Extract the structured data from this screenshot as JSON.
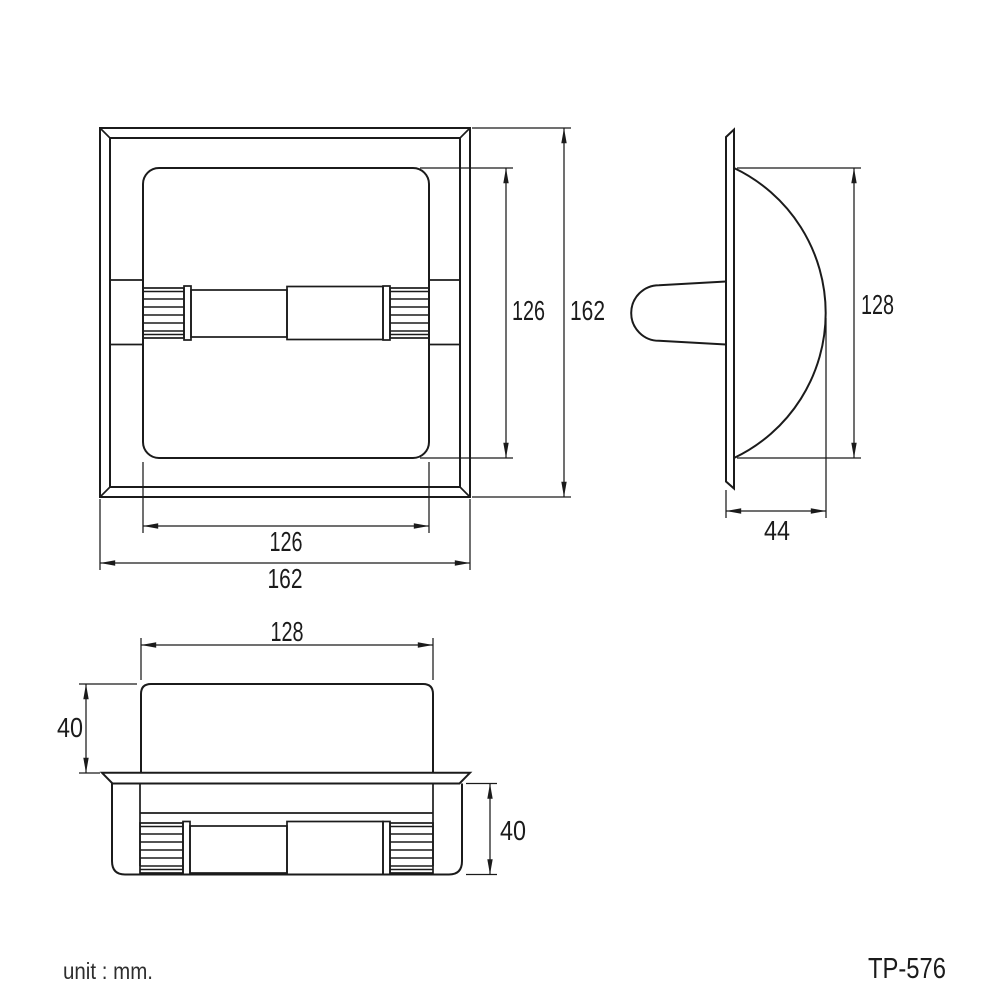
{
  "drawing": {
    "model_code": "TP-576",
    "unit_note": "unit : mm.",
    "line_color": "#1b1b1b",
    "views": {
      "front": {
        "name": "front-view",
        "dims": {
          "inner_height": "126",
          "outer_height": "162",
          "inner_width": "126",
          "outer_width": "162"
        }
      },
      "side": {
        "name": "side-view",
        "dims": {
          "opening_height": "128",
          "depth": "44"
        }
      },
      "top": {
        "name": "top-view",
        "dims": {
          "recess_width": "128",
          "recess_depth": "40",
          "front_depth": "40"
        }
      }
    }
  }
}
